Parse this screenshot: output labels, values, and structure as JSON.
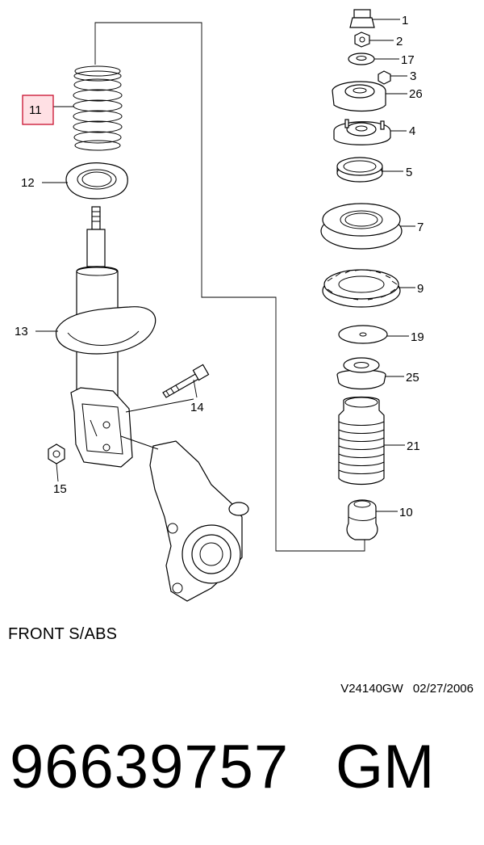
{
  "diagram": {
    "labels": [
      {
        "id": "1",
        "text": "1"
      },
      {
        "id": "2",
        "text": "2"
      },
      {
        "id": "17",
        "text": "17"
      },
      {
        "id": "3",
        "text": "3"
      },
      {
        "id": "26",
        "text": "26"
      },
      {
        "id": "4",
        "text": "4"
      },
      {
        "id": "5",
        "text": "5"
      },
      {
        "id": "7",
        "text": "7"
      },
      {
        "id": "9",
        "text": "9"
      },
      {
        "id": "19",
        "text": "19"
      },
      {
        "id": "25",
        "text": "25"
      },
      {
        "id": "21",
        "text": "21"
      },
      {
        "id": "10",
        "text": "10"
      },
      {
        "id": "11",
        "text": "11"
      },
      {
        "id": "12",
        "text": "12"
      },
      {
        "id": "13",
        "text": "13"
      },
      {
        "id": "14",
        "text": "14"
      },
      {
        "id": "15",
        "text": "15"
      }
    ],
    "highlighted_label": "11",
    "highlight_color": "#c8102e"
  },
  "caption": {
    "title": "FRONT S/ABS",
    "drawing_code": "V24140GW",
    "drawing_date": "02/27/2006"
  },
  "part": {
    "number": "96639757",
    "brand": "GM"
  }
}
